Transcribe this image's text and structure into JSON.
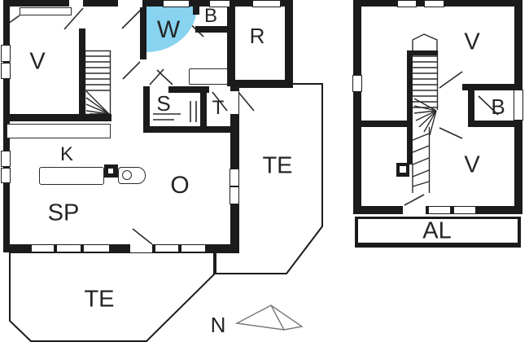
{
  "plan": {
    "type": "floor-plan",
    "ground_floor": {
      "rooms": {
        "v": "V",
        "w": "W",
        "b": "B",
        "r": "R",
        "s": "S",
        "t": "T",
        "k": "K",
        "o": "O",
        "sp": "SP",
        "te_side": "TE",
        "te_bottom": "TE"
      }
    },
    "upper_floor": {
      "rooms": {
        "v_top": "V",
        "b": "B",
        "v_bottom": "V",
        "al": "AL"
      }
    },
    "compass": {
      "north_label": "N"
    },
    "colors": {
      "wall": "#1b1b1b",
      "line": "#2b2b2b",
      "shower_blue": "#87d3f0",
      "background": "#ffffff",
      "label": "#252525"
    }
  }
}
